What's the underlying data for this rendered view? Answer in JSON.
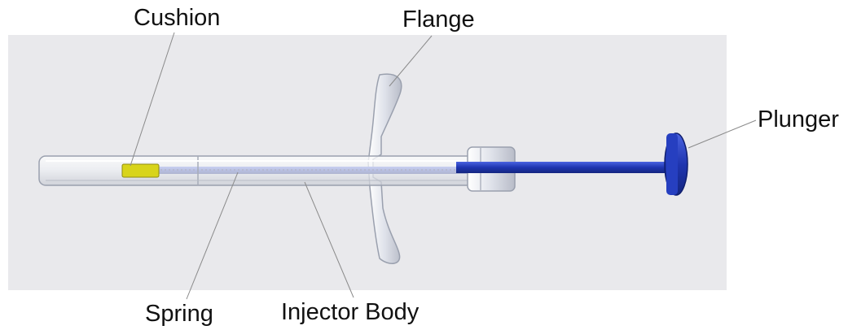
{
  "labels": {
    "cushion": "Cushion",
    "flange": "Flange",
    "plunger": "Plunger",
    "spring": "Spring",
    "injector_body": "Injector Body"
  },
  "colors": {
    "background": "#e9e9ec",
    "plunger_blue": "#2038b8",
    "cushion_yellow": "#d8d41a",
    "barrel_glass": "#f2f3f6",
    "leader_line": "#8a8a8a"
  }
}
